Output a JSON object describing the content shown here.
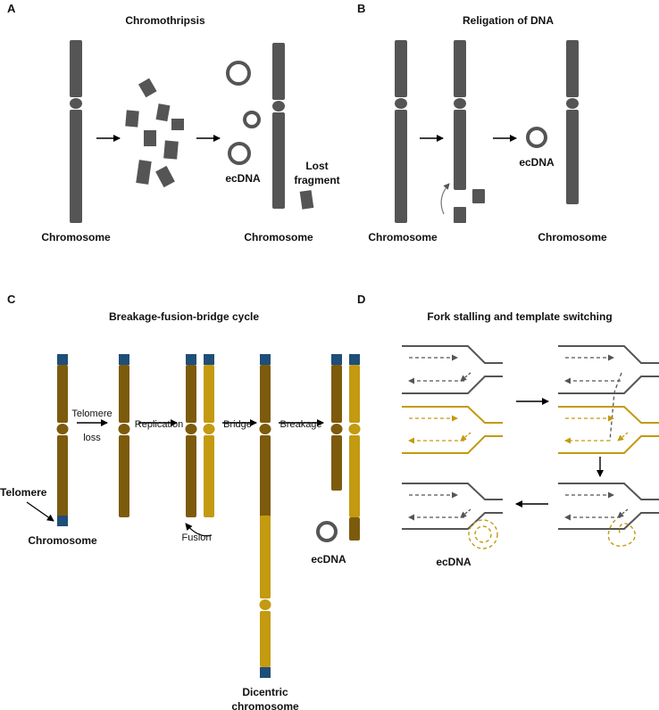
{
  "colors": {
    "chromosome_gray": "#555555",
    "chromosome_dark_gold": "#7d5b0c",
    "chromosome_light_gold": "#c39a10",
    "telomere_blue": "#1f4e79",
    "strand_gray": "#555555",
    "strand_gold": "#c39a10",
    "arrow": "#000000"
  },
  "panels": {
    "a": {
      "letter": "A",
      "title": "Chromothripsis",
      "labels": {
        "chromosome_left": "Chromosome",
        "ecdna": "ecDNA",
        "lost_fragment": "Lost\nfragment",
        "chromosome_right": "Chromosome"
      }
    },
    "b": {
      "letter": "B",
      "title": "Religation of DNA",
      "labels": {
        "chromosome_left": "Chromosome",
        "ecdna": "ecDNA",
        "chromosome_right": "Chromosome"
      }
    },
    "c": {
      "letter": "C",
      "title": "Breakage-fusion-bridge cycle",
      "labels": {
        "telomere": "Telomere",
        "chromosome": "Chromosome",
        "step_telomere_loss": "Telomere\nloss",
        "step_replication": "Replication",
        "step_bridge": "Bridge",
        "step_breakage": "Breakage",
        "fusion": "Fusion",
        "dicentric": "Dicentric\nchromosome",
        "ecdna": "ecDNA"
      }
    },
    "d": {
      "letter": "D",
      "title": "Fork stalling and template switching",
      "labels": {
        "ecdna": "ecDNA"
      }
    }
  }
}
